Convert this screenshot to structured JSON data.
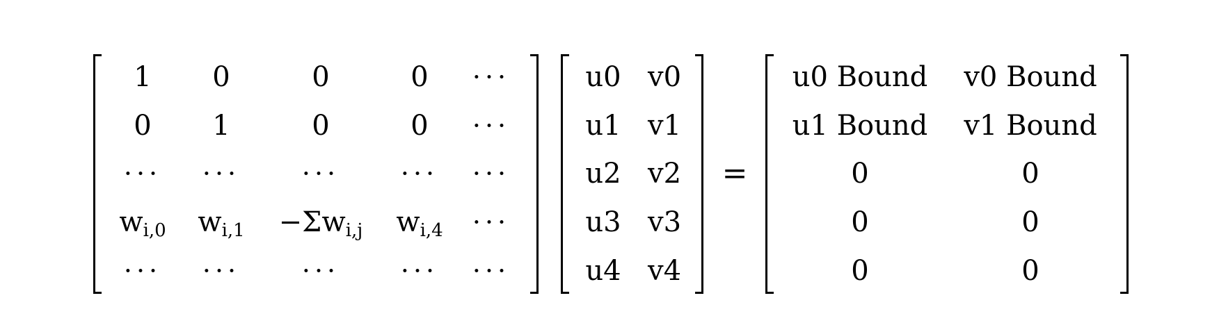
{
  "equation": {
    "coefficient_matrix": [
      [
        {
          "text": "1"
        },
        {
          "text": "0"
        },
        {
          "text": "0"
        },
        {
          "text": "0"
        },
        {
          "text": "···"
        }
      ],
      [
        {
          "text": "0"
        },
        {
          "text": "1"
        },
        {
          "text": "0"
        },
        {
          "text": "0"
        },
        {
          "text": "···"
        }
      ],
      [
        {
          "text": "···"
        },
        {
          "text": "···"
        },
        {
          "text": "···"
        },
        {
          "text": "···"
        },
        {
          "text": "···"
        }
      ],
      [
        {
          "text": "w",
          "sub": "i,0"
        },
        {
          "text": "w",
          "sub": "i,1"
        },
        {
          "text": "−Σw",
          "sub": "i,j"
        },
        {
          "text": "w",
          "sub": "i,4"
        },
        {
          "text": "···"
        }
      ],
      [
        {
          "text": "···"
        },
        {
          "text": "···"
        },
        {
          "text": "···"
        },
        {
          "text": "···"
        },
        {
          "text": "···"
        }
      ]
    ],
    "unknowns_matrix": [
      [
        {
          "text": "u0"
        },
        {
          "text": "v0"
        }
      ],
      [
        {
          "text": "u1"
        },
        {
          "text": "v1"
        }
      ],
      [
        {
          "text": "u2"
        },
        {
          "text": "v2"
        }
      ],
      [
        {
          "text": "u3"
        },
        {
          "text": "v3"
        }
      ],
      [
        {
          "text": "u4"
        },
        {
          "text": "v4"
        }
      ]
    ],
    "equals_sign": "=",
    "rhs_matrix": [
      [
        {
          "text": "u0 Bound"
        },
        {
          "text": "v0 Bound"
        }
      ],
      [
        {
          "text": "u1 Bound"
        },
        {
          "text": "v1 Bound"
        }
      ],
      [
        {
          "text": "0"
        },
        {
          "text": "0"
        }
      ],
      [
        {
          "text": "0"
        },
        {
          "text": "0"
        }
      ],
      [
        {
          "text": "0"
        },
        {
          "text": "0"
        }
      ]
    ]
  }
}
